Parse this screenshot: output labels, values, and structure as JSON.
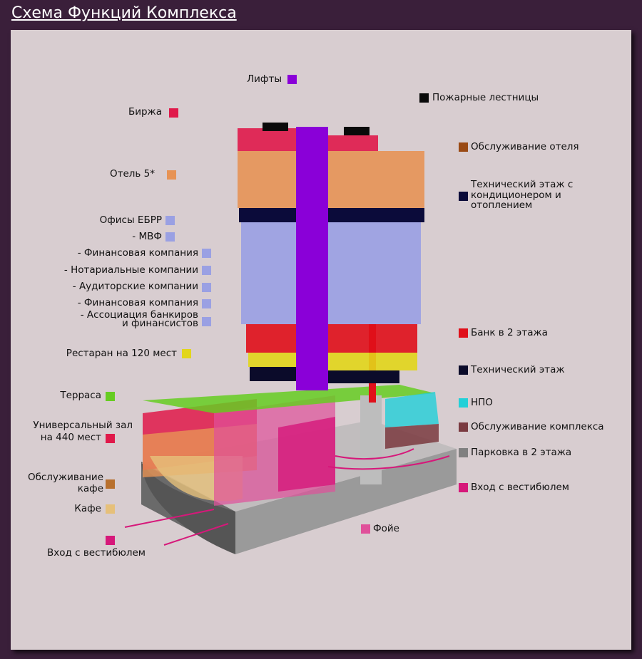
{
  "title": "Схема Функций Комплекса",
  "legend_left": [
    {
      "id": "birzha",
      "label": "Биржа",
      "color": "#e0194a"
    },
    {
      "id": "hotel5",
      "label": "Отель 5*",
      "color": "#e79355"
    },
    {
      "id": "ofisy-ebrr",
      "label": "Офисы ЕБРР",
      "color": "#9aa0e3"
    },
    {
      "id": "mvf",
      "label": "- МВФ",
      "color": "#9aa0e3"
    },
    {
      "id": "fin1",
      "label": "- Финансовая компания",
      "color": "#9aa0e3"
    },
    {
      "id": "notar",
      "label": "- Нотариальные компании",
      "color": "#9aa0e3"
    },
    {
      "id": "audit",
      "label": "- Аудиторские компании",
      "color": "#9aa0e3"
    },
    {
      "id": "fin2",
      "label": "- Финансовая компания",
      "color": "#9aa0e3"
    },
    {
      "id": "assoc",
      "label_line1": "- Ассоциация банкиров",
      "label_line2": "и финансистов",
      "color": "#9aa0e3"
    },
    {
      "id": "restoran",
      "label": "Рестаран на 120 мест",
      "color": "#e2d61a"
    },
    {
      "id": "terrasa",
      "label": "Терраса",
      "color": "#66cc22"
    },
    {
      "id": "zal",
      "label_line1": "Универсальный зал",
      "label_line2": "на 440 мест",
      "color": "#e0194a"
    },
    {
      "id": "obsl-kafe",
      "label_line1": "Обслуживание",
      "label_line2": "кафе",
      "color": "#b8702e"
    },
    {
      "id": "kafe",
      "label": "Кафе",
      "color": "#e6c07a"
    },
    {
      "id": "vhod-left",
      "label": "Вход с вестибюлем",
      "color": "#d6187a"
    }
  ],
  "legend_right": [
    {
      "id": "lifty",
      "label": "Лифты",
      "color": "#8a00d8"
    },
    {
      "id": "pozh",
      "label": "Пожарные  лестницы",
      "color": "#0a0a0a"
    },
    {
      "id": "obsl-otel",
      "label": "Обслуживание отеля",
      "color": "#9a4a14"
    },
    {
      "id": "tech-etazh-ac",
      "label_line1": "Технический этаж с",
      "label_line2": "кондиционером и",
      "label_line3": "отоплением",
      "color": "#0b0b3a"
    },
    {
      "id": "bank",
      "label": "Банк в 2 этажа",
      "color": "#e0101a"
    },
    {
      "id": "tech-etazh",
      "label": "Технический этаж",
      "color": "#0b0b2a"
    },
    {
      "id": "npo",
      "label": "НПО",
      "color": "#22d0d8"
    },
    {
      "id": "obsl-kompleks",
      "label": "Обслуживание комплекса",
      "color": "#7a3a40"
    },
    {
      "id": "parkovka",
      "label": "Парковка в 2 этажа",
      "color": "#808080"
    },
    {
      "id": "vhod-right",
      "label": "Вход с вестибюлем",
      "color": "#d6187a"
    },
    {
      "id": "foye",
      "label": "Фойе",
      "color": "#e0509a"
    }
  ]
}
